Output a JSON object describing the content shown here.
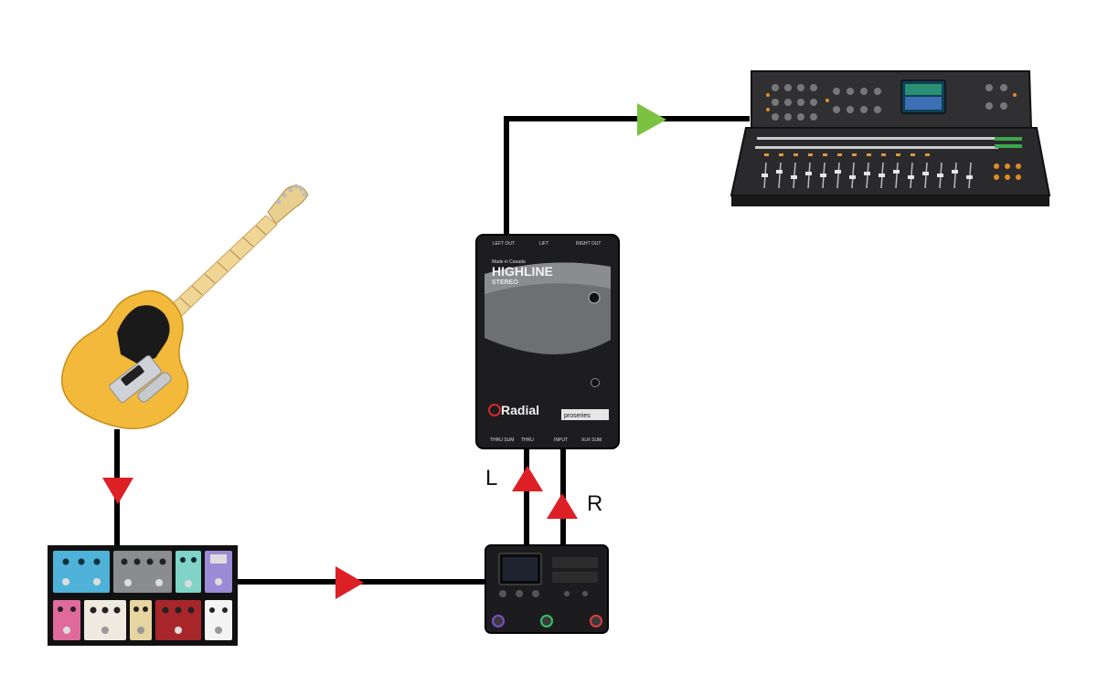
{
  "diagram": {
    "labels": {
      "left": "L",
      "right": "R"
    },
    "di_box": {
      "brand": "Radial",
      "model": "HIGHLINE",
      "submodel": "STEREO",
      "made_in": "Made in Canada",
      "top_jacks": [
        "LEFT OUT",
        "LIFT",
        "RIGHT OUT"
      ],
      "bottom_jacks": [
        "THRU SUM",
        "THRU",
        "INPUT",
        "XLR SUM"
      ],
      "badge": "proseries"
    },
    "colors": {
      "cable": "#000000",
      "signal_arrow": "#dd1f26",
      "output_arrow": "#7cc242",
      "telecaster_body": "#f2b93b",
      "mixer_body": "#2b2b2b"
    }
  }
}
